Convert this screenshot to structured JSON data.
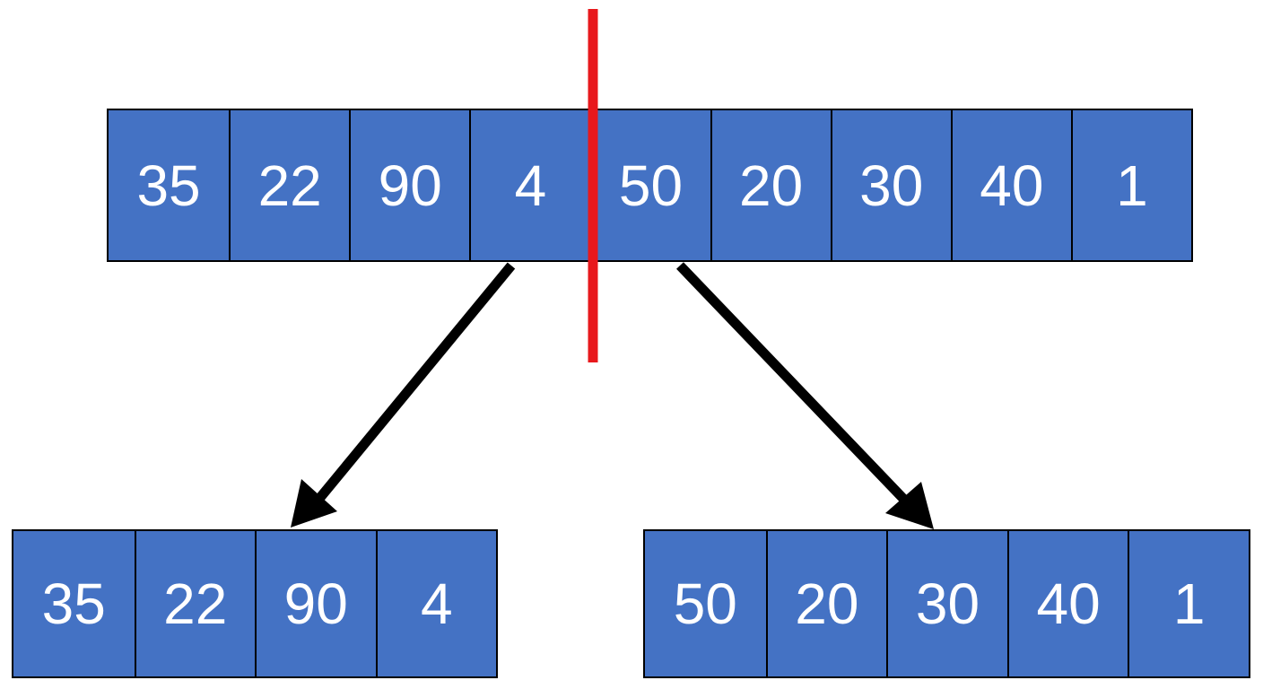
{
  "top_array": [
    "35",
    "22",
    "90",
    "4",
    "50",
    "20",
    "30",
    "40",
    "1"
  ],
  "left_array": [
    "35",
    "22",
    "90",
    "4"
  ],
  "right_array": [
    "50",
    "20",
    "30",
    "40",
    "1"
  ],
  "colors": {
    "cell_fill": "#4472c4",
    "cell_text": "#ffffff",
    "cell_border": "#000000",
    "split_line": "#e8181c",
    "arrow": "#000000"
  }
}
